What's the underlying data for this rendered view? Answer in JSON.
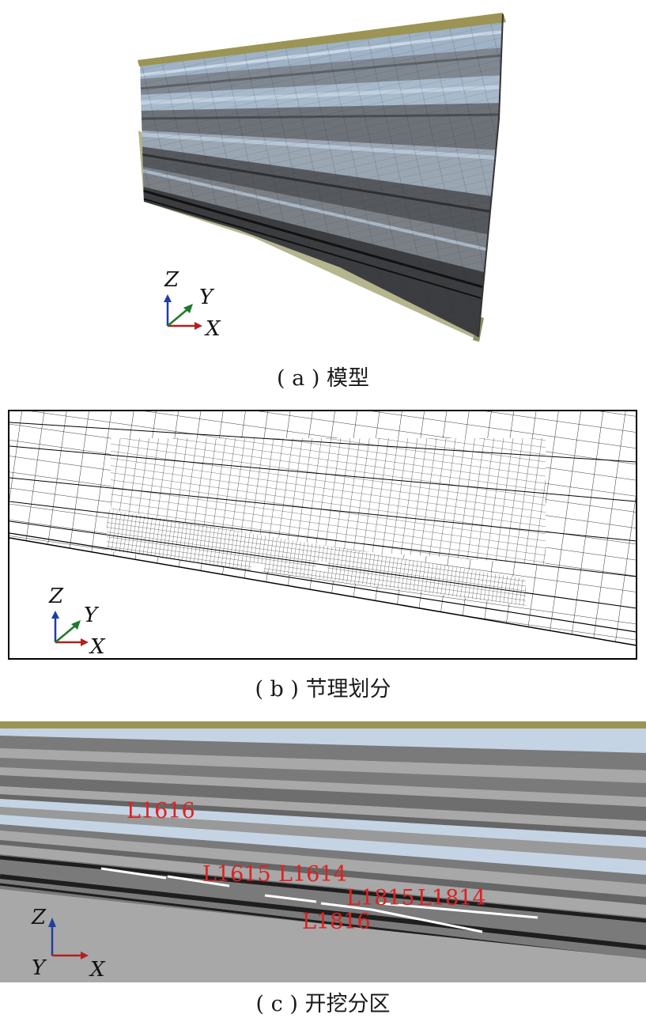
{
  "panels": {
    "a": {
      "caption": "( a ) 模型"
    },
    "b": {
      "caption": "( b ) 节理划分"
    },
    "c": {
      "caption": "( c ) 开挖分区"
    }
  },
  "axes": {
    "z": "Z",
    "y": "Y",
    "x": "X"
  },
  "zones": {
    "L1616": "L1616",
    "L1615": "L1615",
    "L1614": "L1614",
    "L1815": "L1815",
    "L1814": "L1814",
    "L1816": "L1816"
  },
  "colors": {
    "surface": "#9c9454",
    "rock_gray": "#8f8f8f",
    "rock_light": "#a8a8a8",
    "rock_blue": "#c4d4e4",
    "rock_dark": "#1e1e1e",
    "base": "#b5b58e",
    "zone_label": "#e02020"
  }
}
